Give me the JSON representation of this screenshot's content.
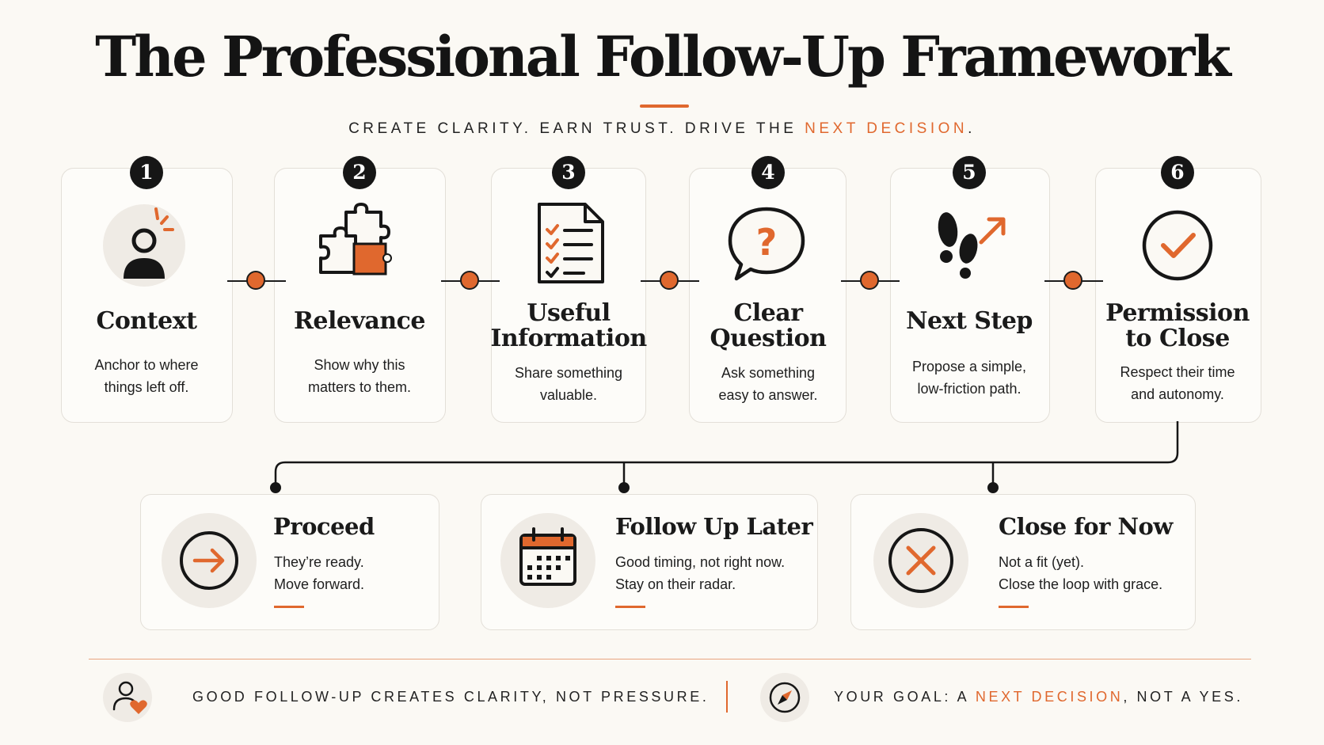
{
  "header": {
    "title": "The Professional Follow-Up Framework",
    "subtitle_pre": "CREATE CLARITY. EARN TRUST. DRIVE THE ",
    "subtitle_accent": "NEXT DECISION",
    "subtitle_post": "."
  },
  "steps": [
    {
      "number": "1",
      "title": "Context",
      "desc_line1": "Anchor to where",
      "desc_line2": "things left off.",
      "icon": "person-attention-icon"
    },
    {
      "number": "2",
      "title": "Relevance",
      "desc_line1": "Show why this",
      "desc_line2": "matters to them.",
      "icon": "puzzle-icon"
    },
    {
      "number": "3",
      "title_line1": "Useful",
      "title_line2": "Information",
      "desc_line1": "Share something",
      "desc_line2": "valuable.",
      "icon": "checklist-document-icon"
    },
    {
      "number": "4",
      "title_line1": "Clear",
      "title_line2": "Question",
      "desc_line1": "Ask something",
      "desc_line2": "easy to answer.",
      "icon": "question-bubble-icon"
    },
    {
      "number": "5",
      "title": "Next Step",
      "desc_line1": "Propose a simple,",
      "desc_line2": "low-friction path.",
      "icon": "footsteps-arrow-icon"
    },
    {
      "number": "6",
      "title_line1": "Permission",
      "title_line2": "to Close",
      "desc_line1": "Respect their time",
      "desc_line2": "and autonomy.",
      "icon": "check-circle-icon"
    }
  ],
  "outcomes": [
    {
      "title": "Proceed",
      "desc_line1": "They’re ready.",
      "desc_line2": "Move forward.",
      "icon": "arrow-right-circle-icon"
    },
    {
      "title": "Follow Up Later",
      "desc_line1": "Good timing, not right now.",
      "desc_line2": "Stay on their radar.",
      "icon": "calendar-icon"
    },
    {
      "title": "Close for Now",
      "desc_line1": "Not a fit (yet).",
      "desc_line2": "Close the loop with grace.",
      "icon": "x-circle-icon"
    }
  ],
  "footer": {
    "left_text": "GOOD FOLLOW-UP CREATES CLARITY, NOT PRESSURE.",
    "right_pre": "YOUR GOAL: A ",
    "right_accent": "NEXT DECISION",
    "right_post": ", NOT A YES.",
    "left_icon": "person-heart-icon",
    "right_icon": "compass-icon"
  },
  "colors": {
    "accent": "#e0682e",
    "dark": "#161616",
    "background": "#fbf9f4"
  }
}
